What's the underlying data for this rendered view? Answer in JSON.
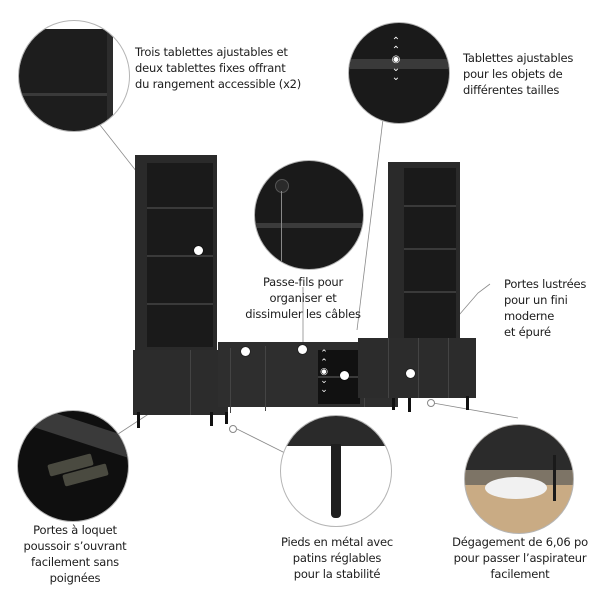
{
  "callouts": [
    {
      "id": "adjustable-fixed-shelves",
      "text_lines": [
        "Trois tablettes ajustables et",
        "deux tablettes fixes offrant",
        "du rangement accessible (x2)"
      ]
    },
    {
      "id": "adjustable-shelves",
      "text_lines": [
        "Tablettes ajustables",
        "pour les objets de",
        "différentes tailles"
      ]
    },
    {
      "id": "cable-management",
      "text_lines": [
        "Passe-fils pour",
        "organiser et",
        "dissimuler les câbles"
      ]
    },
    {
      "id": "glossy-doors",
      "text_lines": [
        "Portes lustrées",
        "pour un fini",
        "moderne",
        "et épuré"
      ]
    },
    {
      "id": "push-latch-doors",
      "text_lines": [
        "Portes à loquet",
        "poussoir s’ouvrant",
        "facilement sans",
        "poignées"
      ]
    },
    {
      "id": "metal-legs",
      "text_lines": [
        "Pieds en métal avec",
        "patins réglables",
        "pour la stabilité"
      ]
    },
    {
      "id": "floor-clearance",
      "text_lines": [
        "Dégagement de 6,06 po",
        "pour passer l’aspirateur",
        "facilement"
      ]
    }
  ],
  "colors": {
    "furniture": "#262626",
    "background": "#ffffff",
    "leader_line": "#8a8a8a",
    "floor": "#c9ab84"
  }
}
